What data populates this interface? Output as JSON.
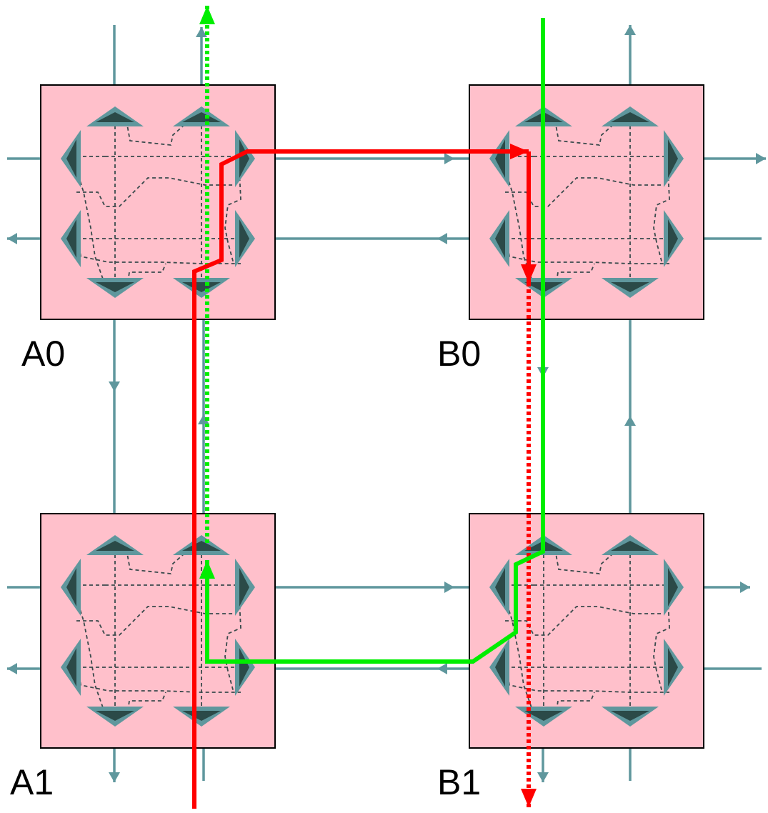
{
  "routers": [
    {
      "id": "A0",
      "label": "A0"
    },
    {
      "id": "B0",
      "label": "B0"
    },
    {
      "id": "A1",
      "label": "A1"
    },
    {
      "id": "B1",
      "label": "B1"
    }
  ],
  "colors": {
    "router_fill": "#ffc0cb",
    "link": "#5f979d",
    "port_dark": "#2b4a48",
    "crossbar": "#3a4a4c",
    "route_red": "#ff0000",
    "route_green": "#00ee00"
  }
}
